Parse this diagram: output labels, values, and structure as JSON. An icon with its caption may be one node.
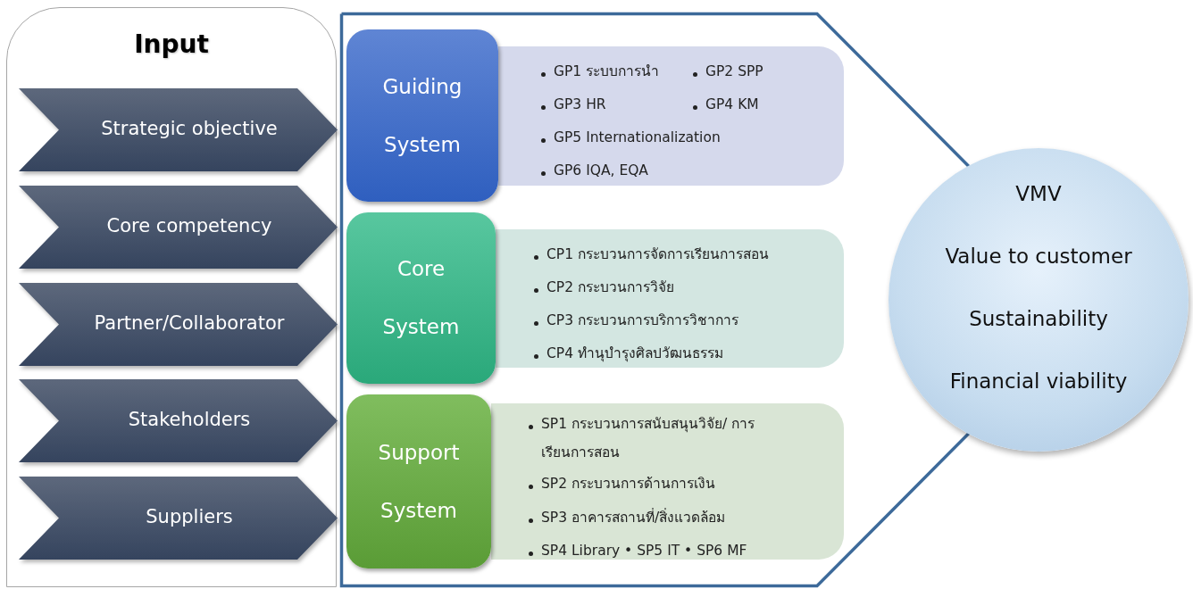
{
  "diagram": {
    "nodes": [
      {
        "text": [
          "Input"
        ]
      },
      {
        "text": [
          "Strategic objective"
        ],
        "in": 0
      },
      {
        "text": [
          "Core competency"
        ],
        "in": 0
      },
      {
        "text": [
          "Partner/Collaborator"
        ],
        "in": 0
      },
      {
        "text": [
          "Stakeholders"
        ],
        "in": 0
      },
      {
        "text": [
          "Suppliers"
        ],
        "in": 0
      },
      {
        "text": [],
        "shape": "pentagon"
      },
      {
        "text": [
          "Guiding System"
        ],
        "in": 6
      },
      {
        "text": [
          "GP1 ระบบการนำ",
          "GP2 SPP",
          "GP3 HR",
          "GP4 KM",
          "GP5 Internationalization",
          "GP6 IQA, EQA"
        ],
        "in": 6
      },
      {
        "text": [
          "Core System"
        ],
        "in": 6
      },
      {
        "text": [
          "CP1 กระบวนการจัดการเรียนการสอน",
          "CP2 กระบวนการวิจัย",
          "CP3 กระบวนการบริการวิชาการ",
          "CP4 ทำนุบำรุงศิลปวัฒนธรรม"
        ],
        "in": 6
      },
      {
        "text": [
          "Support System"
        ],
        "in": 6
      },
      {
        "text": [
          "SP1 กระบวนการสนับสนุนวิจัย/ การเรียนการสอน",
          "SP2 กระบวนการด้านการเงิน",
          "SP3 อาคารสถานที่/สิ่งแวดล้อม",
          "SP4 Library • SP5 IT • SP6 MF"
        ],
        "in": 6
      },
      {
        "text": [
          "VMV",
          "Value to customer",
          "Sustainability",
          "Financial viability"
        ]
      }
    ]
  }
}
